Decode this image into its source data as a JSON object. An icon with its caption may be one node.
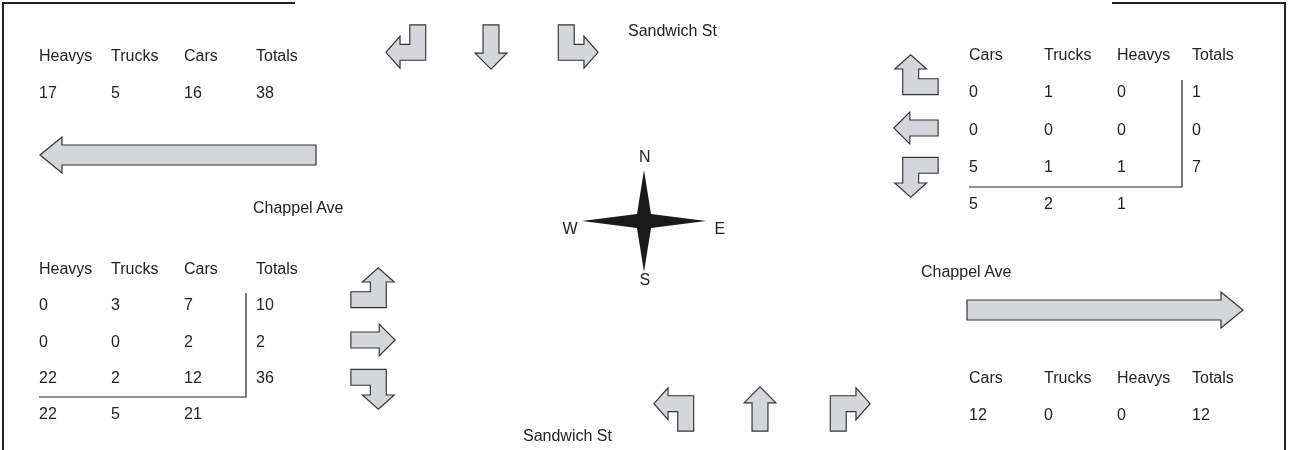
{
  "diagram": {
    "labels": [
      "Sandwich St",
      "Heavys",
      "Trucks",
      "Cars",
      "Totals",
      "Cars",
      "Trucks",
      "Heavys",
      "Totals",
      "17",
      "5",
      "16",
      "38",
      "0",
      "1",
      "0",
      "1",
      "0",
      "0",
      "0",
      "0",
      "N",
      "5",
      "1",
      "1",
      "7",
      "Chappel Ave",
      "5",
      "2",
      "1",
      "W",
      "E",
      "Heavys",
      "Trucks",
      "Cars",
      "Totals",
      "S",
      "Chappel Ave",
      "0",
      "3",
      "7",
      "10",
      "0",
      "0",
      "2",
      "2",
      "22",
      "2",
      "12",
      "36",
      "Cars",
      "Trucks",
      "Heavys",
      "Totals",
      "22",
      "5",
      "21",
      "12",
      "0",
      "0",
      "12",
      "Sandwich St"
    ]
  }
}
